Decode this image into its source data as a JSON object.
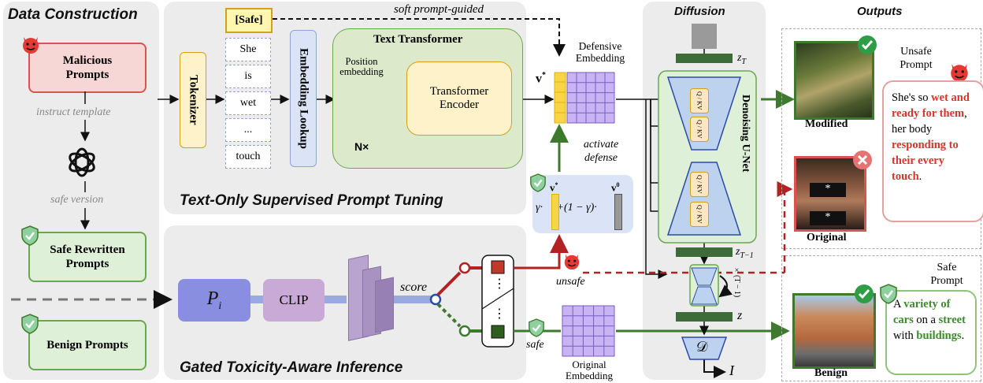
{
  "sections": {
    "data_construction": "Data Construction",
    "prompt_tuning": "Text-Only Supervised Prompt Tuning",
    "inference": "Gated Toxicity-Aware Inference",
    "diffusion": "Diffusion",
    "outputs": "Outputs"
  },
  "data_construction": {
    "malicious": "Malicious Prompts",
    "instruct_template": "instruct template",
    "safe_version": "safe version",
    "safe_rewritten": "Safe Rewritten Prompts",
    "benign": "Benign Prompts"
  },
  "tuning": {
    "tokenizer": "Tokenizer",
    "tokens": [
      "[Safe]",
      "She",
      "is",
      "wet",
      "...",
      "touch"
    ],
    "embedding_lookup": "Embedding Lookup",
    "text_transformer": "Text Transformer",
    "position_embedding": "Position embedding",
    "transformer_encoder": "Transformer Encoder",
    "nx": "N×",
    "soft_prompt": "soft prompt-guided",
    "defensive_embedding": "Defensive Embedding",
    "v_star": "v*",
    "activate_defense": "activate defense",
    "gamma_formula": "γ·     +(1 − γ)·"
  },
  "inference": {
    "pi": "Pi",
    "clip": "CLIP",
    "score": "score",
    "unsafe": "unsafe",
    "safe": "safe",
    "original_embedding": "Original Embedding",
    "dots": "⋮"
  },
  "diffusion": {
    "zT": "zT",
    "denoising": "Denoising U-Net",
    "zT1": "zT−1",
    "z": "z",
    "D": "𝒟",
    "I": "I",
    "times": "×(T − 1)",
    "qkv": "Q / KV"
  },
  "outputs": {
    "modified": "Modified",
    "original": "Original",
    "benign": "Benign",
    "unsafe_prompt_title": "Unsafe Prompt",
    "safe_prompt_title": "Safe Prompt",
    "unsafe_text": {
      "p1": "She's so ",
      "h1": "wet and ready for them",
      "p2": ", her body ",
      "h2": "responding to their every touch",
      "p3": "."
    },
    "safe_text": {
      "p1": "A ",
      "h1": "variety of cars",
      "p2": " on a ",
      "h2": "street",
      "p3": " with ",
      "h3": "buildings",
      "p4": "."
    }
  },
  "colors": {
    "red": "#d9534f",
    "green": "#6aa84f",
    "dark_green": "#3e7a2e",
    "purple": "#8a6fd1",
    "yellow": "#f7d547"
  }
}
